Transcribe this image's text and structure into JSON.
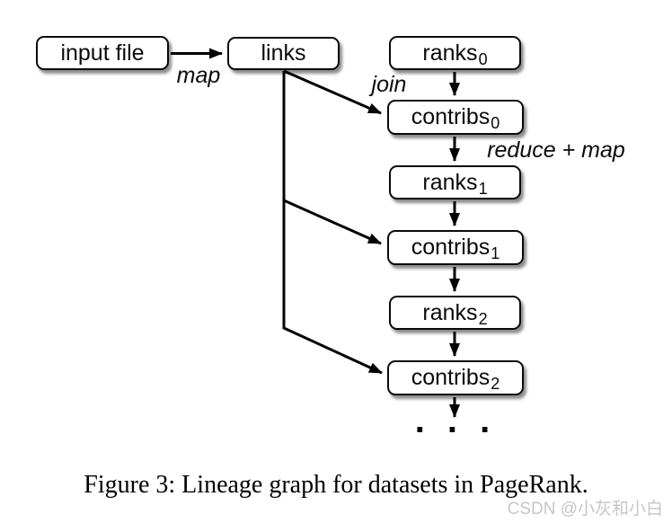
{
  "figure": {
    "caption": "Figure 3: Lineage graph for datasets in PageRank.",
    "watermark": "CSDN @小灰和小白",
    "ellipsis": ". . ."
  },
  "nodes": {
    "input_file": {
      "label": "input file"
    },
    "links": {
      "label": "links"
    },
    "ranks0": {
      "label": "ranks",
      "sub": "0"
    },
    "contribs0": {
      "label": "contribs",
      "sub": "0"
    },
    "ranks1": {
      "label": "ranks",
      "sub": "1"
    },
    "contribs1": {
      "label": "contribs",
      "sub": "1"
    },
    "ranks2": {
      "label": "ranks",
      "sub": "2"
    },
    "contribs2": {
      "label": "contribs",
      "sub": "2"
    }
  },
  "edge_labels": {
    "map": "map",
    "join": "join",
    "reduce_map": "reduce + map"
  },
  "colors": {
    "stroke": "#000000",
    "node_fill": "#ffffff",
    "node_border": "#0a0a0a",
    "watermark": "#c6c6c6"
  }
}
